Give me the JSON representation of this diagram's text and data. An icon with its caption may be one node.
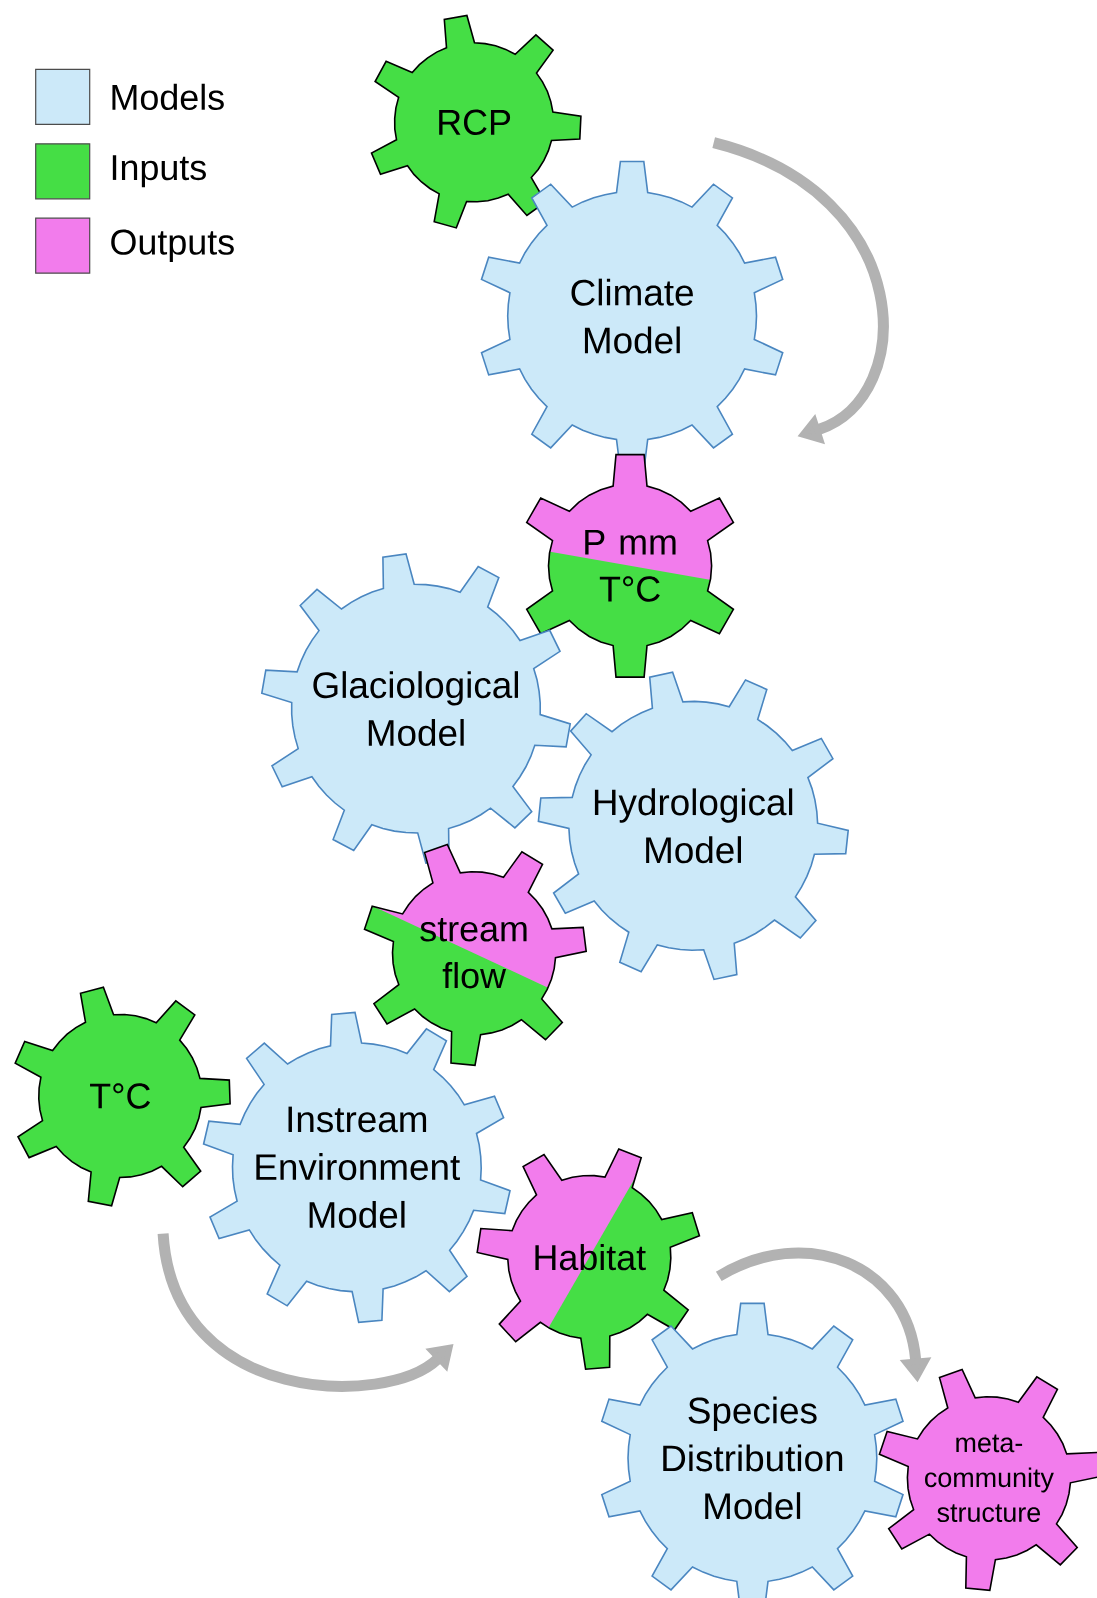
{
  "diagram": {
    "nodes": [
      {
        "text": [
          "RCP"
        ]
      },
      {
        "text": [
          "Climate Model"
        ]
      },
      {
        "text": [
          "P mm",
          "T°C"
        ]
      },
      {
        "text": [
          "Glaciological Model"
        ]
      },
      {
        "text": [
          "Hydrological Model"
        ]
      },
      {
        "text": [
          "stream flow"
        ]
      },
      {
        "text": [
          "T°C"
        ]
      },
      {
        "text": [
          "Instream Environment Model"
        ]
      },
      {
        "text": [
          "Habitat"
        ]
      },
      {
        "text": [
          "Species Distribution Model"
        ]
      },
      {
        "text": [
          "meta-community structure"
        ]
      }
    ],
    "legend": [
      {
        "text": "Models",
        "color": "#cce9f9"
      },
      {
        "text": "Inputs",
        "color": "#45de45"
      },
      {
        "text": "Outputs",
        "color": "#f27cec"
      }
    ]
  }
}
